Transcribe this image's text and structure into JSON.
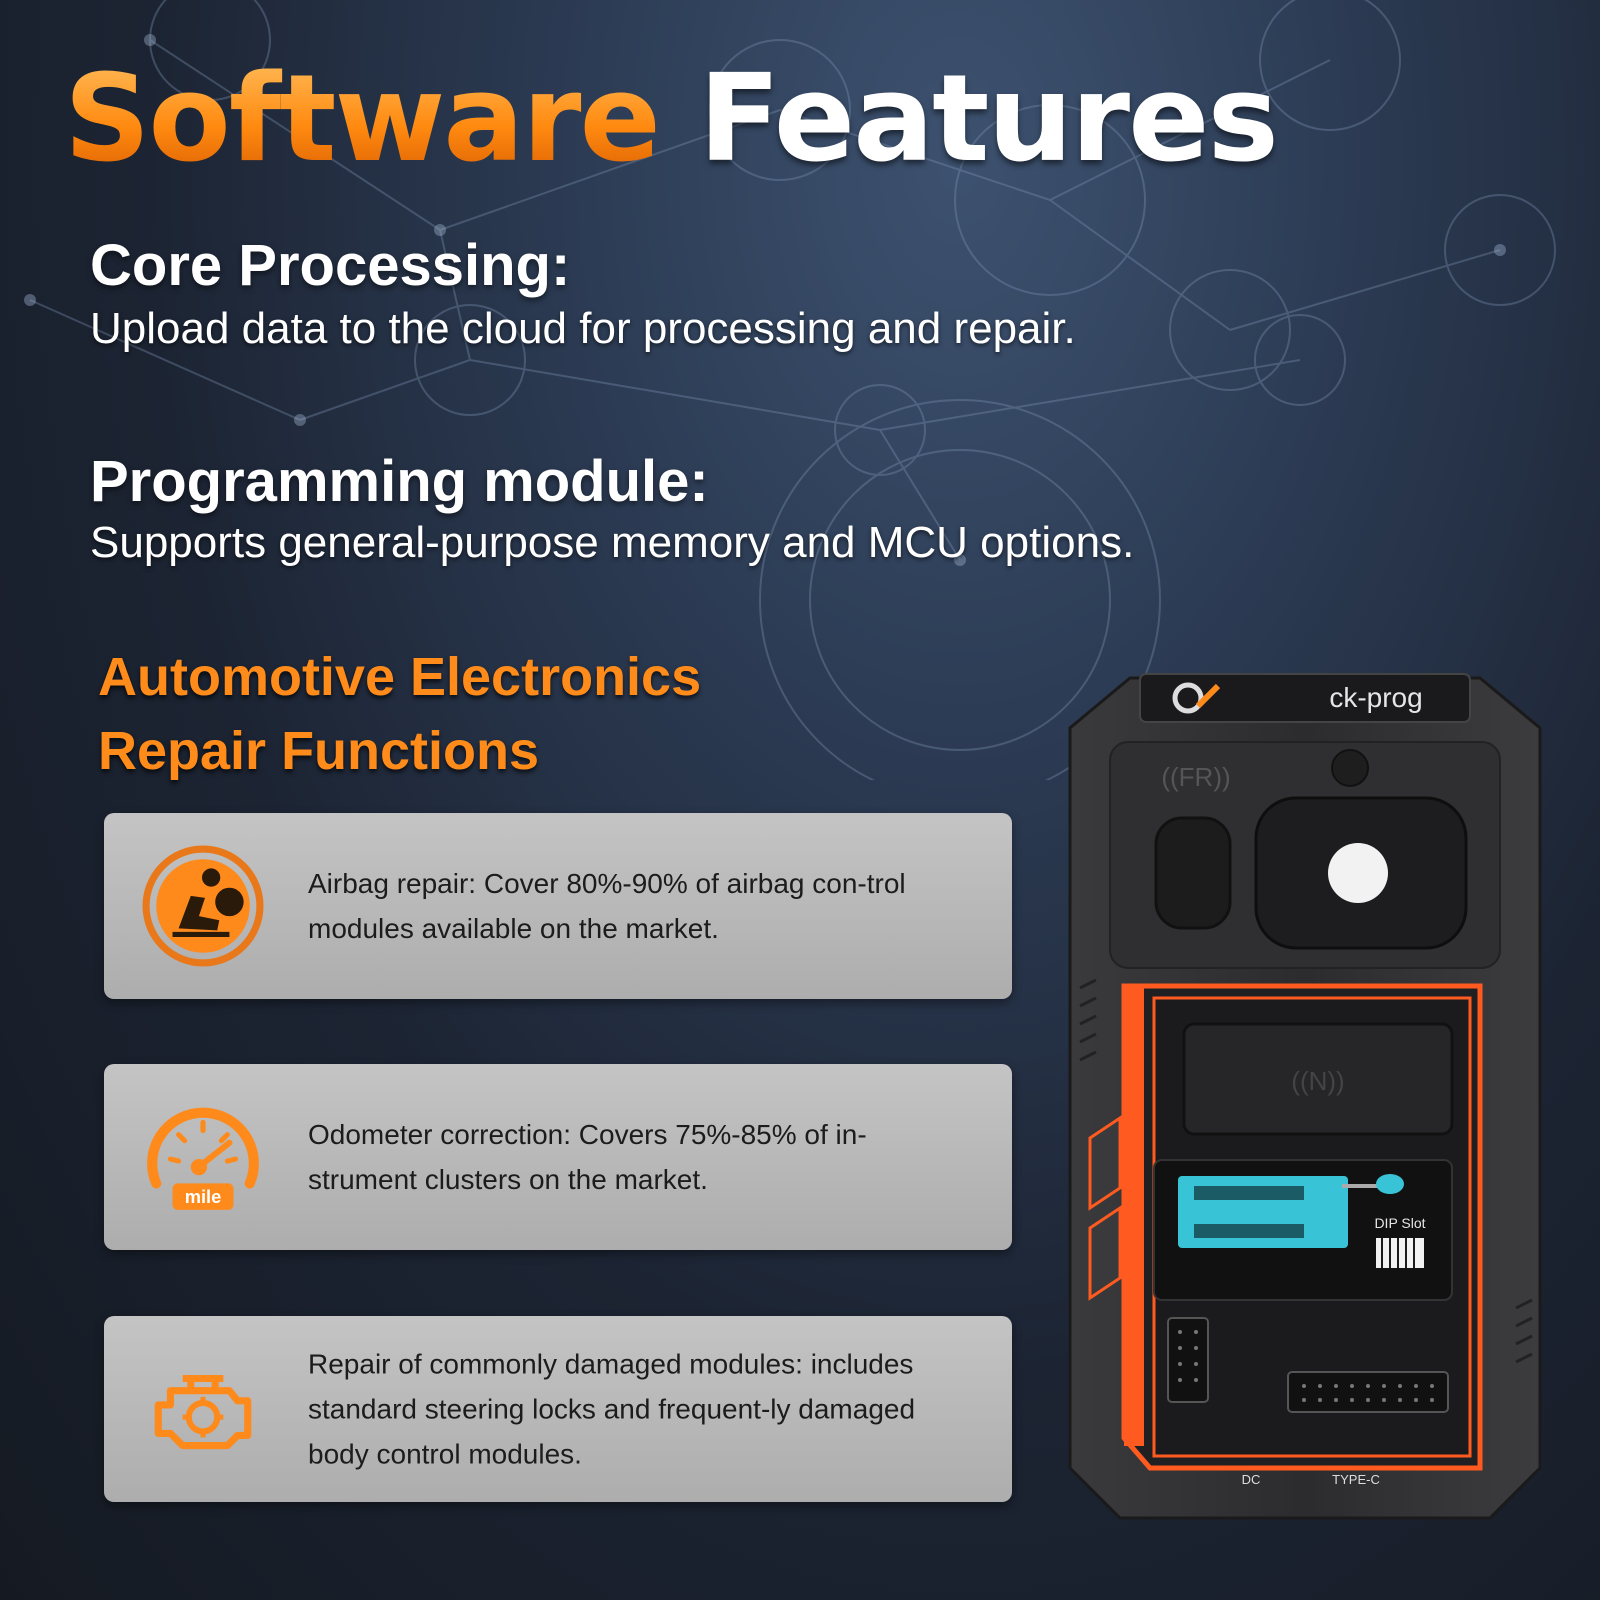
{
  "title": {
    "word1": "Software",
    "word2": "Features"
  },
  "core": {
    "heading": "Core Processing:",
    "body": "Upload data to the cloud for processing and repair."
  },
  "programming": {
    "heading": "Programming module:",
    "body": "Supports general-purpose memory and MCU options."
  },
  "automotive": {
    "line1": "Automotive Electronics",
    "line2": "Repair Functions"
  },
  "cards": [
    {
      "icon": "airbag-icon",
      "text": "Airbag repair: Cover 80%-90% of airbag con-trol modules available on the market."
    },
    {
      "icon": "odometer-icon",
      "icon_label": "mile",
      "text": "Odometer correction: Covers 75%-85% of in-strument clusters on the market."
    },
    {
      "icon": "engine-gear-icon",
      "text": "Repair of commonly damaged modules: includes standard steering locks and frequent-ly damaged body control modules."
    }
  ],
  "device": {
    "brand": "ck-prog",
    "rfid_label": "((FR))",
    "nfc_label": "((N))",
    "dip_label": "DIP Slot",
    "dc_label": "DC",
    "typec_label": "TYPE-C"
  },
  "colors": {
    "accent": "#ff8a10",
    "card": "#b9b9b9",
    "device_body": "#2c2c2e",
    "device_trim": "#ff5a1f",
    "socket": "#39c3d6"
  }
}
